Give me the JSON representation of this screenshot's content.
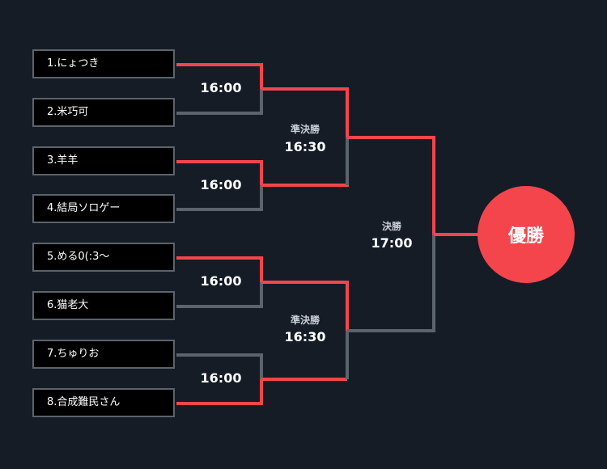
{
  "colors": {
    "winner": "#f4454d",
    "loser": "#5b636c",
    "background": "#151c26",
    "box": "#000000"
  },
  "players": [
    "1.にょつき",
    "2.米巧可",
    "3.羊羊",
    "4.結局ソロゲー",
    "5.める0(:3〜",
    "6.猫老大",
    "7.ちゅりお",
    "8.合成難民さん"
  ],
  "quarterfinals": [
    {
      "time": "16:00"
    },
    {
      "time": "16:00"
    },
    {
      "time": "16:00"
    },
    {
      "time": "16:00"
    }
  ],
  "semifinals": [
    {
      "label": "準決勝",
      "time": "16:30"
    },
    {
      "label": "準決勝",
      "time": "16:30"
    }
  ],
  "final": {
    "label": "決勝",
    "time": "17:00"
  },
  "champion": {
    "label": "優勝"
  }
}
